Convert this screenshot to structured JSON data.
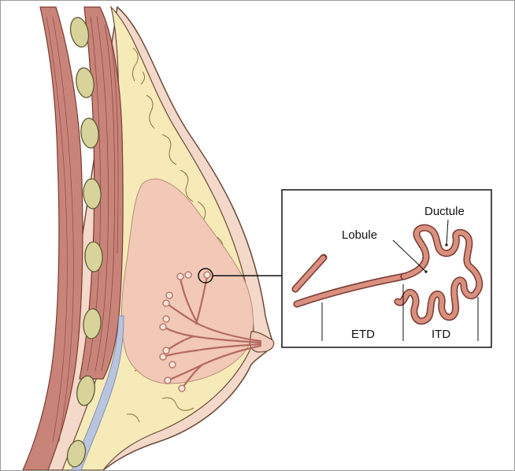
{
  "figure": {
    "labels": {
      "ductule": "Ductule",
      "lobule": "Lobule",
      "etd": "ETD",
      "itd": "ITD"
    },
    "colors": {
      "muscle": "#c9847a",
      "muscle_dark": "#a3554b",
      "rib": "#d7d39a",
      "fat": "#f6eab8",
      "gland": "#f1c9b6",
      "skin": "#f4d8c9",
      "duct": "#b56a60",
      "fascia": "#b9c4de",
      "outline": "#6b4a3a"
    }
  }
}
